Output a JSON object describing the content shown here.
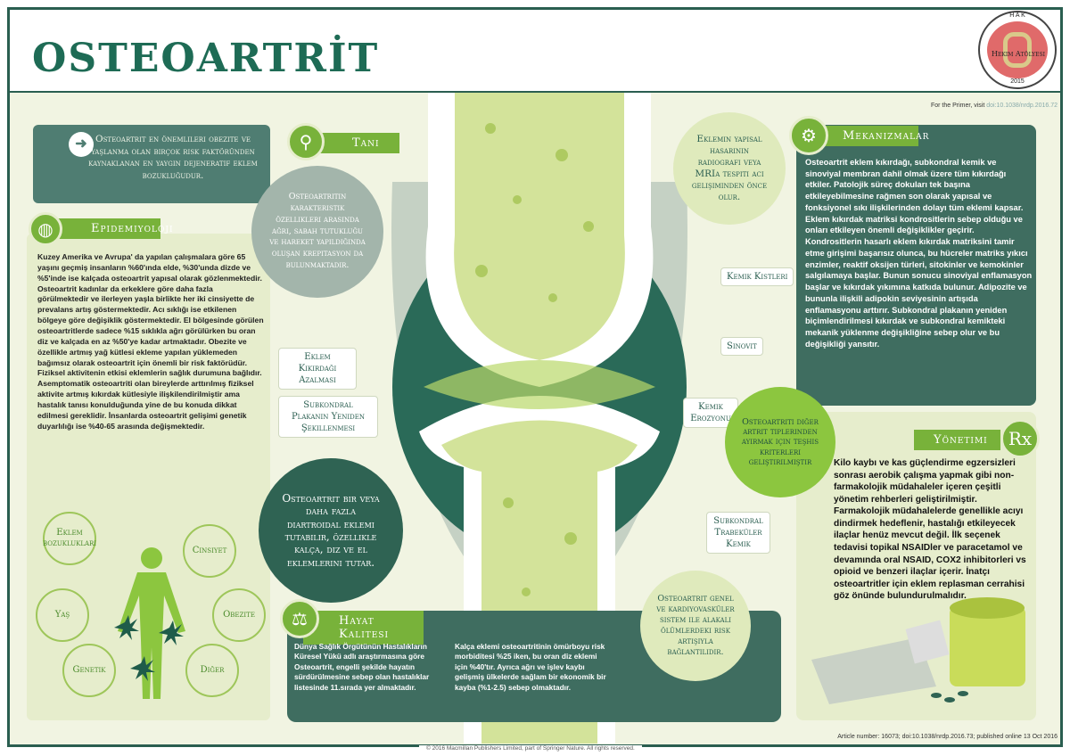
{
  "header": {
    "title": "OSTEOARTRİT",
    "logo": {
      "top": "H A K",
      "name": "Hekim Atölyesi",
      "year": "2015"
    }
  },
  "citation_top": {
    "prefix": "For the Primer, visit ",
    "doi": "doi:10.1038/nrdp.2016.72"
  },
  "intro": "Osteoartrit en önemlileri obezite ve yaşlanma olan birçok risk faktöründen kaynaklanan en yaygın dejeneratif eklem bozukluğudur.",
  "epidemiology": {
    "label": "Epidemiyoloji",
    "text": "Kuzey Amerika ve Avrupa' da yapılan çalışmalara göre 65 yaşını geçmiş insanların %60'ında elde, %30'unda dizde ve %5'inde ise kalçada osteoartrit yapısal olarak gözlenmektedir. Osteoartrit kadınlar da erkeklere göre daha fazla görülmektedir ve ilerleyen yaşla birlikte her iki cinsiyette de prevalans artış göstermektedir. Acı sıklığı ise etkilenen bölgeye göre değişiklik göstermektedir. El bölgesinde görülen osteoartritlerde sadece %15 sıklıkla ağrı görülürken bu oran diz ve kalçada en az %50'ye kadar artmaktadır. Obezite ve özellikle artmış yağ kütlesi ekleme yapılan yüklemeden bağımsız olarak osteoartrit için önemli bir risk faktörüdür. Fiziksel aktivitenin etkisi eklemlerin sağlık durumuna bağlıdır. Asemptomatik osteoartriti olan bireylerde arttırılmış fiziksel aktivite artmış kıkırdak kütlesiyle ilişkilendirilmiştir ama hastalık tanısı konulduğunda yine de bu konuda dikkat edilmesi gereklidir. İnsanlarda osteoartrit gelişimi genetik duyarlılığı ise %40-65 arasında değişmektedir."
  },
  "risk_factors": [
    "Eklem bozuklukları",
    "Cinsiyet",
    "Yaş",
    "Obezite",
    "Genetik",
    "Diğer"
  ],
  "diagnosis": {
    "label": "Tanı",
    "circle": "Osteoartritin karakteristik özellikleri arasında ağrı, sabah tutukluğu ve hareket yapıldığında oluşan krepitasyon da bulunmaktadır."
  },
  "radiography": "Eklemin yapısal hasarının radiografi veya MRIa tespiti acı gelişiminden önce olur.",
  "joint_labels": {
    "bone_cysts": "Kemik Kistleri",
    "synovitis": "Sinovit",
    "cartilage_loss": "Eklem Kıkırdağı Azalması",
    "subchondral_plate": "Subkondral Plakanın Yeniden Şekillenmesi",
    "bone_erosion": "Kemik Erozyonu",
    "trabecular_bone": "Subkondral Trabeküler Kemik"
  },
  "criteria": "Osteoartriti diğer artrit tiplerinden ayırmak için teşhis kriterleri geliştirilmiştir",
  "joints": "Osteoartrit bir veya daha fazla diartroidal eklemi tutabilir, özellikle kalça, diz ve el eklemlerini tutar.",
  "cardio": "Osteoartrit genel ve kardiyovasküler sistem ile alakalı ölümlerdeki risk artışıyla bağlantılıdır.",
  "mechanisms": {
    "label": "Mekanizmalar",
    "text": "Osteoartrit eklem kıkırdağı, subkondral kemik ve sinoviyal membran dahil olmak üzere tüm kıkırdağı etkiler. Patolojik süreç dokuları tek başına etkileyebilmesine rağmen son olarak yapısal ve fonksiyonel sıkı ilişkilerinden dolayı tüm eklemi kapsar. Eklem kıkırdak matriksi kondrositlerin sebep olduğu ve onları etkileyen önemli değişiklikler geçirir. Kondrositlerin hasarlı eklem kıkırdak matriksini tamir etme girişimi başarısız olunca, bu hücreler matriks yıkıcı enzimler, reaktif oksijen türleri, sitokinler ve kemokinler salgılamaya başlar. Bunun sonucu sinoviyal enflamasyon başlar ve kıkırdak yıkımına katkıda bulunur. Adipozite ve bununla ilişkili adipokin seviyesinin artışıda enflamasyonu arttırır. Subkondral plakanın yeniden biçimlendirilmesi kıkırdak ve subkondral kemikteki mekanik yüklenme değişikliğine sebep olur ve bu değişikliği yansıtır."
  },
  "management": {
    "label": "Yönetimi",
    "icon": "Rx",
    "text": "Kilo kaybı ve kas güçlendirme egzersizleri sonrası aerobik çalışma yapmak gibi non-farmakolojik müdahaleler içeren çeşitli yönetim rehberleri geliştirilmiştir. Farmakolojik müdahalelerde genellikle acıyı dindirmek hedeflenir, hastalığı etkileyecek ilaçlar henüz mevcut değil. İlk seçenek tedavisi topikal NSAIDler ve paracetamol ve devamında oral NSAID, COX2 inhibitorleri vs opioid ve benzeri ilaçlar içerir. İnatçı osteoartritler için eklem replasman cerrahisi göz önünde bulundurulmalıdır."
  },
  "quality": {
    "label": "Hayat Kalitesi",
    "text1": "Dünya Sağlık Örgütünün Hastalıkların Küresel Yükü adlı araştırmasına göre Osteoartrit, engelli şekilde hayatın sürdürülmesine sebep olan hastalıklar listesinde 11.sırada yer almaktadır.",
    "text2": "Kalça eklemi osteoartritinin ömürboyu risk morbiditesi %25 iken, bu oran diz eklemi için %40'tır. Ayrıca ağrı ve işlev kaybı gelişmiş ülkelerde sağlam bir ekonomik bir kayba (%1-2.5) sebep olmaktadır."
  },
  "citation_bottom": "Article number: 16073; doi:10.1038/nrdp.2016.73; published online 13 Oct 2016",
  "copyright": "© 2016 Macmillan Publishers Limited, part of Springer Nature. All rights reserved.",
  "colors": {
    "dark": "#2a5e50",
    "teal": "#3f6d60",
    "green": "#78b23a",
    "light": "#e6edcc"
  }
}
